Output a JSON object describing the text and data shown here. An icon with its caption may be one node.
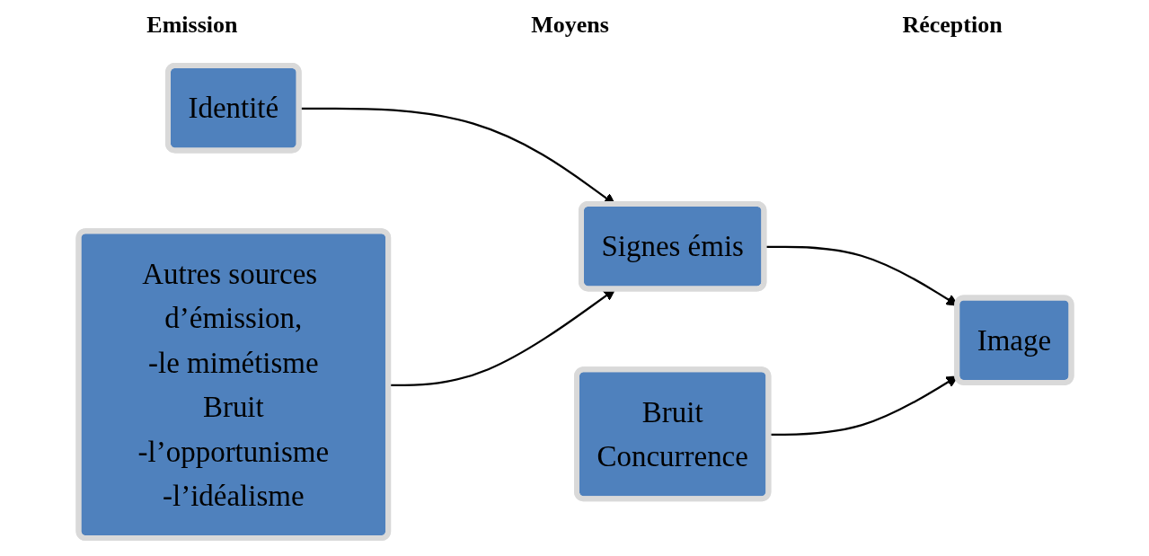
{
  "diagram": {
    "nodes": [
      {
        "text": [
          "Identité"
        ]
      },
      {
        "text": [
          "Autres sources d’émission,",
          "-le mimétisme",
          "Bruit",
          "-l’opportunisme",
          "-l’idéalisme"
        ]
      },
      {
        "text": [
          "Signes émis"
        ]
      },
      {
        "text": [
          "Image"
        ]
      },
      {
        "text": [
          "Bruit",
          "Concurrence"
        ]
      }
    ],
    "edges": [
      {
        "from": 0,
        "to": 2,
        "arrow": "to"
      },
      {
        "from": 1,
        "to": 2,
        "arrow": "to"
      },
      {
        "from": 2,
        "to": 3,
        "arrow": "to"
      },
      {
        "from": 4,
        "to": 3,
        "arrow": "to"
      }
    ],
    "labels": [
      "Emission",
      "Moyens",
      "Réception"
    ]
  }
}
